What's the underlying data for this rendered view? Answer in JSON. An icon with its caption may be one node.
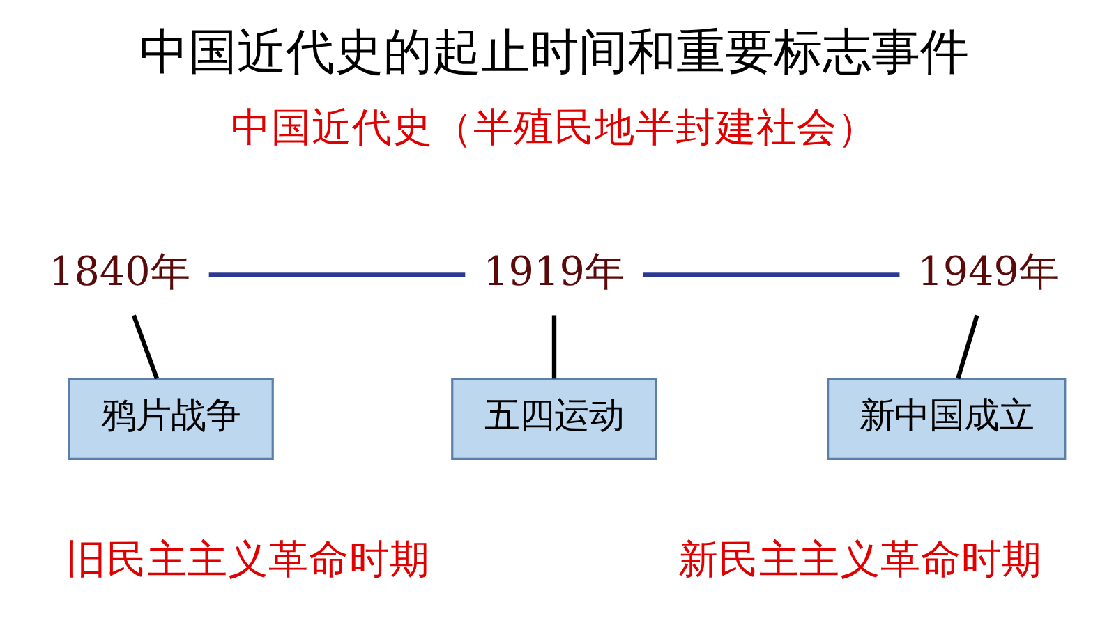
{
  "diagram": {
    "title": "中国近代史的起止时间和重要标志事件",
    "nodes": [
      {
        "text": [
          "1840年"
        ]
      },
      {
        "text": [
          "1919年"
        ]
      },
      {
        "text": [
          "1949年"
        ]
      },
      {
        "text": [
          "鸦片战争"
        ]
      },
      {
        "text": [
          "五四运动"
        ]
      },
      {
        "text": [
          "新中国成立"
        ]
      }
    ],
    "edges": [
      {
        "from": 0,
        "to": 1,
        "arrow": "none",
        "color": "#2b3990"
      },
      {
        "from": 1,
        "to": 2,
        "arrow": "none",
        "color": "#2b3990"
      },
      {
        "from": 0,
        "to": 3,
        "arrow": "none"
      },
      {
        "from": 1,
        "to": 4,
        "arrow": "none"
      },
      {
        "from": 2,
        "to": 5,
        "arrow": "none"
      }
    ],
    "labels": [
      "中国近代史（半殖民地半封建社会）",
      "旧民主主义革命时期",
      "新民主主义革命时期"
    ]
  }
}
